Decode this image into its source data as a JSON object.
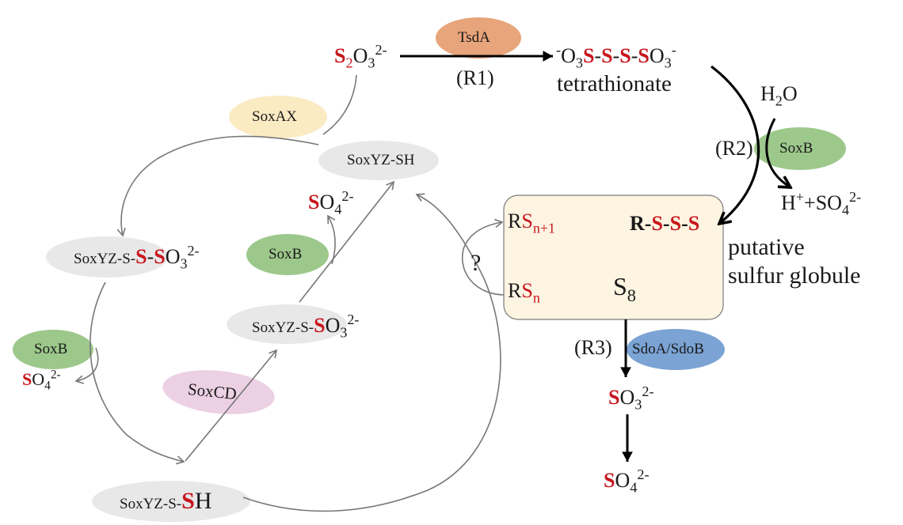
{
  "colors": {
    "sulfur_red": "#c8161d",
    "soxb_green": "#9dc88b",
    "tsda_orange": "#e8a47a",
    "soxax_yellow": "#fbebc3",
    "soxcd_pink": "#ecd0e3",
    "sdo_blue": "#7ba3d4",
    "soxyz_gray": "#e8e8e8",
    "globule_fill": "#fdf4e2",
    "arrow_gray": "#777777",
    "arrow_black": "#000000"
  },
  "enzymes": {
    "tsda": "TsdA",
    "soxax": "SoxAX",
    "soxb_top": "SoxB",
    "soxb_mid": "SoxB",
    "soxb_left": "SoxB",
    "soxcd": "SoxCD",
    "sdo": "SdoA/SdoB"
  },
  "reactions": {
    "r1": "(R1)",
    "r2": "(R2)",
    "r3": "(R3)"
  },
  "species": {
    "thiosulfate": {
      "s": "S",
      "s_sub": "2",
      "rest": "O",
      "rest_sub": "3",
      "charge": "2-"
    },
    "tetrathionate_formula": {
      "charge_left": "-",
      "o3": "O",
      "o3_sub": "3",
      "s1": "S",
      "dash1": "-",
      "s2": "S",
      "dash2": "-",
      "s3": "S",
      "dash3": "-",
      "s4": "S",
      "o3b": "O",
      "o3b_sub": "3",
      "charge_right": "-"
    },
    "tetrathionate_name": "tetrathionate",
    "water": {
      "h": "H",
      "sub": "2",
      "o": "O"
    },
    "proton_sulfate": {
      "h": "H",
      "hplus": "+",
      "plus": "+SO",
      "sub": "4",
      "charge": "2-"
    },
    "soxyz_sh": "SoxYZ-SH",
    "soxyz_s_s_so3": {
      "prefix": "SoxYZ-S-",
      "s1": "S",
      "dash": "-",
      "s2": "S",
      "o": "O",
      "sub": "3",
      "charge": "2-"
    },
    "soxyz_s_so3": {
      "prefix": "SoxYZ-S-",
      "s": "S",
      "o": "O",
      "sub": "3",
      "charge": "2-"
    },
    "soxyz_s_sh": {
      "prefix": "SoxYZ-S-",
      "s": "S",
      "h": "H"
    },
    "sulfate_mid": {
      "s": "S",
      "o": "O",
      "sub": "4",
      "charge": "2-"
    },
    "sulfate_left": {
      "s": "S",
      "o": "O",
      "sub": "4",
      "charge": "2-"
    },
    "sulfite": {
      "s": "S",
      "o": "O",
      "sub": "3",
      "charge": "2-"
    },
    "sulfate_bottom": {
      "s": "S",
      "o": "O",
      "sub": "4",
      "charge": "2-"
    },
    "rsn1": {
      "r": "R",
      "s": "S",
      "sub": "n+1"
    },
    "rsn": {
      "r": "R",
      "s": "S",
      "sub": "n"
    },
    "rsss": {
      "r": "R",
      "d1": "-",
      "s1": "S",
      "d2": "-",
      "s2": "S",
      "d3": "-",
      "s3": "S"
    },
    "s8": {
      "s": "S",
      "sub": "8"
    },
    "question": "?"
  },
  "globule_label": {
    "line1": "putative",
    "line2": "sulfur globule"
  }
}
